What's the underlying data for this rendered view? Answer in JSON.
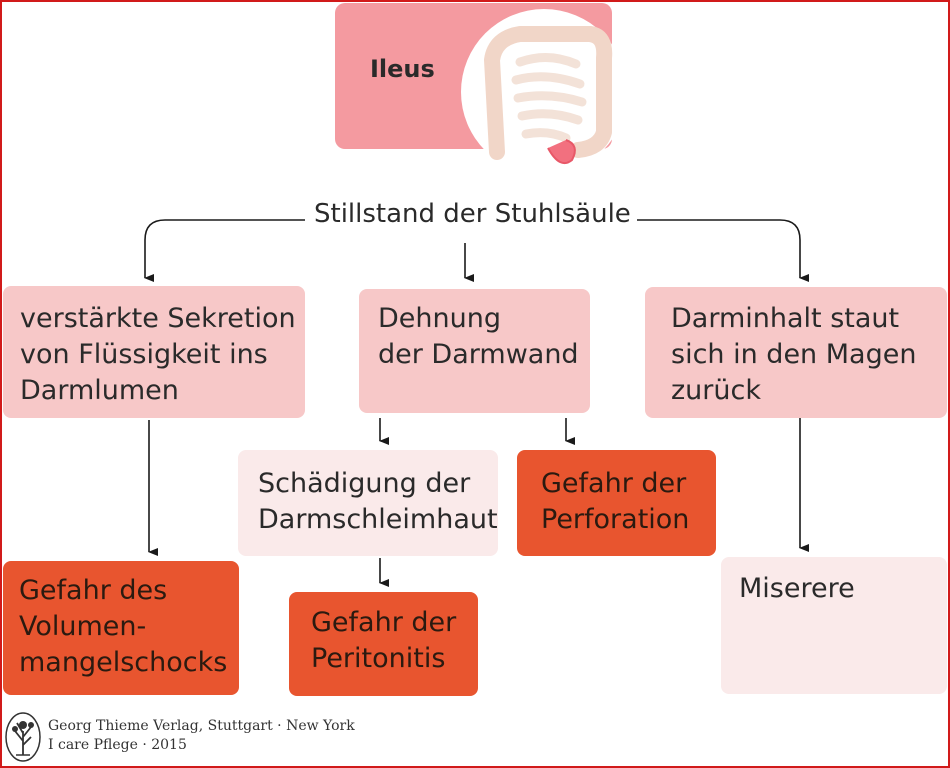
{
  "title": "Ileus",
  "root": "Stillstand der Stuhlsäule",
  "nodes": {
    "sekretion": [
      "verstärkte Sekretion",
      "von Flüssigkeit ins",
      "Darmlumen"
    ],
    "dehnung": [
      "Dehnung",
      "der Darmwand"
    ],
    "darminhalt": [
      "Darminhalt staut",
      "sich in den Magen",
      "zurück"
    ],
    "schaedigung": [
      "Schädigung der",
      "Darmschleimhaut"
    ],
    "perforation": [
      "Gefahr der",
      "Perforation"
    ],
    "volumen": [
      "Gefahr des",
      "Volumen-",
      "mangelschocks"
    ],
    "peritonitis": [
      "Gefahr der",
      "Peritonitis"
    ],
    "miserere": [
      "Miserere"
    ]
  },
  "footer": {
    "line1": "Georg Thieme Verlag, Stuttgart · New York",
    "line2": "I care Pflege · 2015"
  },
  "colors": {
    "light_node": "#f7c8c8",
    "pale_node": "#faeaea",
    "risk_node": "#e8552f",
    "title_box": "#f49aa0",
    "frame": "#d11a1a"
  },
  "icons": [
    "intestine-illustration",
    "thieme-tree-logo"
  ]
}
